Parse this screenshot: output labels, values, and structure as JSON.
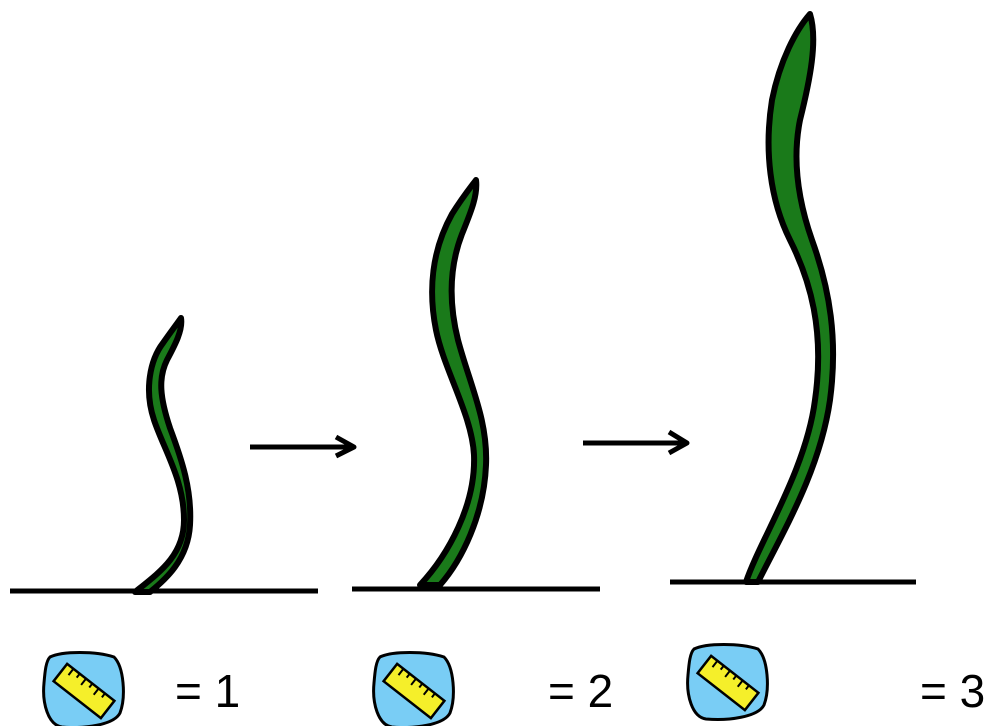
{
  "title": "",
  "colors": {
    "leaf_fill": "#1a7a1a",
    "outline": "#000000",
    "ruler_bg": "#79cdf5",
    "ruler_body": "#f5ef2a",
    "background": "#ffffff"
  },
  "stages": [
    {
      "name": "stage-1",
      "measure_label": "= 1"
    },
    {
      "name": "stage-2",
      "measure_label": "= 2"
    },
    {
      "name": "stage-3",
      "measure_label": "= 3"
    }
  ],
  "icons": [
    "ruler-icon",
    "arrow-right-icon"
  ]
}
